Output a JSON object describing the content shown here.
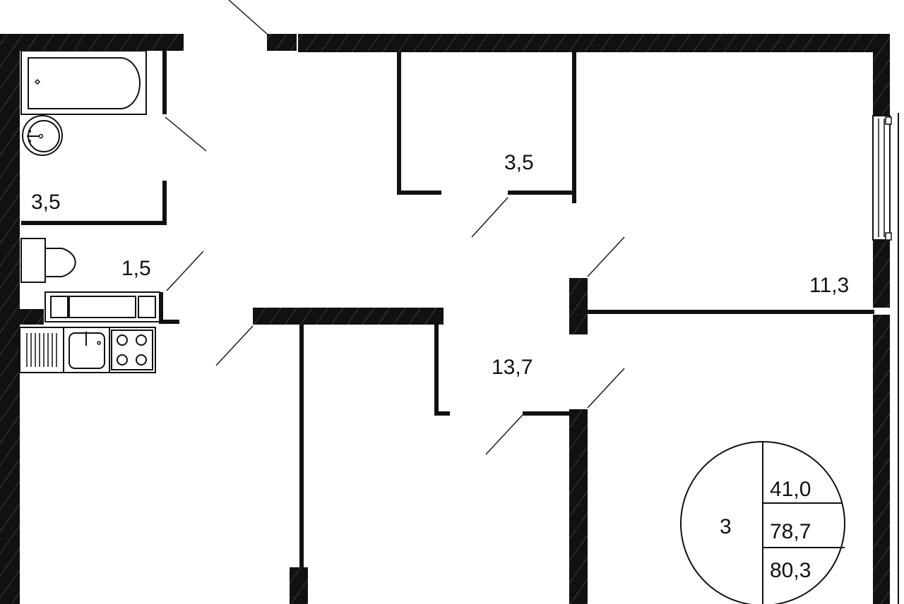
{
  "plan": {
    "rooms": [
      {
        "id": "bathroom",
        "area": "3,5"
      },
      {
        "id": "wc",
        "area": "1,5"
      },
      {
        "id": "storage",
        "area": "3,5"
      },
      {
        "id": "hallway",
        "area": "13,7"
      },
      {
        "id": "bedroom",
        "area": "11,3"
      }
    ],
    "summary": {
      "rooms_count": "3",
      "living_area": "41,0",
      "total_area": "78,7",
      "total_area_with_balcony": "80,3"
    }
  },
  "colors": {
    "wall": "#111111",
    "background": "#ffffff"
  },
  "icons": [
    "bathtub-icon",
    "sink-icon",
    "toilet-icon",
    "kitchen-sink-icon",
    "stove-icon"
  ]
}
